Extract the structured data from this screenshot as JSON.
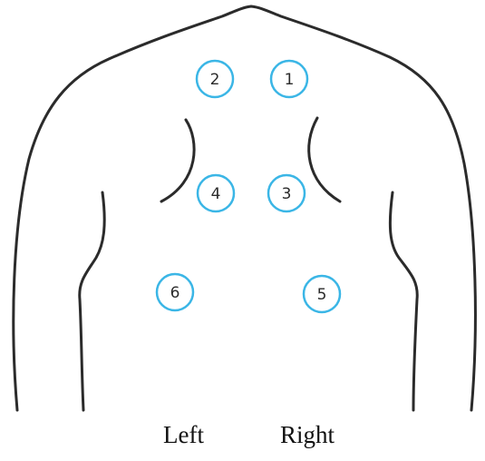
{
  "colors": {
    "outline": "#2b2b2b",
    "point_ring": "#3bb6e6"
  },
  "points": [
    {
      "label": "1"
    },
    {
      "label": "2"
    },
    {
      "label": "3"
    },
    {
      "label": "4"
    },
    {
      "label": "5"
    },
    {
      "label": "6"
    }
  ],
  "side_labels": {
    "left": "Left",
    "right": "Right"
  }
}
